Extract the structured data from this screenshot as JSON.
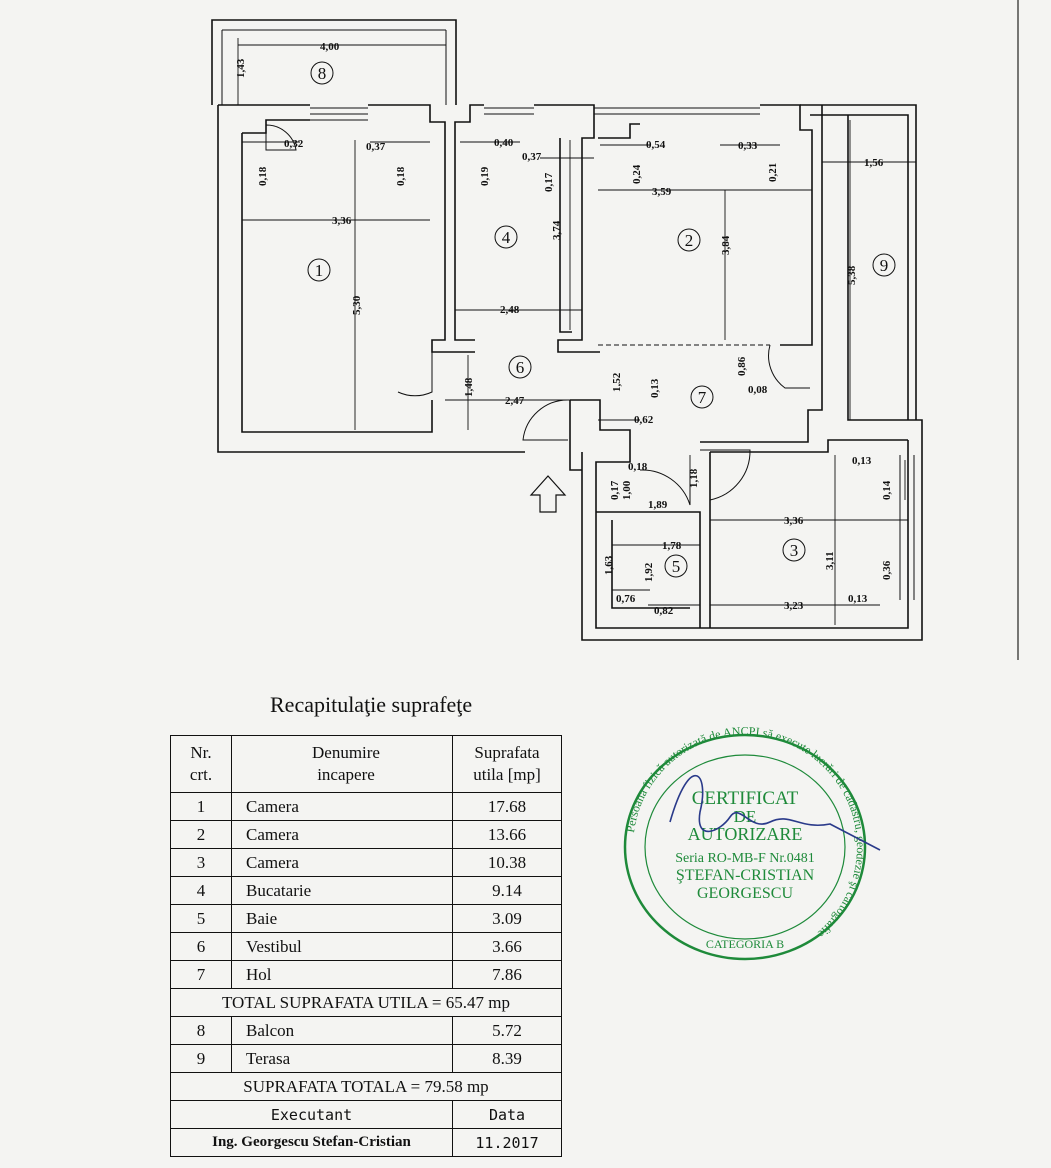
{
  "plan": {
    "dimensions": {
      "balcony_width": "4,00",
      "balcony_depth": "1,43",
      "d_0_32": "0,32",
      "d_0_18a": "0,18",
      "d_0_37a": "0,37",
      "d_0_18b": "0,18",
      "d_0_40": "0,40",
      "d_0_19": "0,19",
      "d_0_37b": "0,37",
      "d_0_17a": "0,17",
      "d_0_54": "0,54",
      "d_0_24": "0,24",
      "d_0_33": "0,33",
      "d_0_21": "0,21",
      "d_1_56": "1,56",
      "room1_width": "3,36",
      "room1_length": "5,30",
      "room4_length": "3,74",
      "room4_width": "2,48",
      "room2_width": "3,59",
      "room2_length": "3,84",
      "terrace_length": "5,38",
      "d_1_48": "1,48",
      "d_2_47": "2,47",
      "d_1_52": "1,52",
      "d_0_13a": "0,13",
      "d_0_86": "0,86",
      "d_0_08": "0,08",
      "d_0_62": "0,62",
      "d_0_13b": "0,13",
      "d_0_14": "0,14",
      "d_0_18c": "0,18",
      "d_1_18": "1,18",
      "d_0_17b": "0,17",
      "d_1_00": "1,00",
      "d_1_89": "1,89",
      "room3_width": "3,36",
      "room3_length": "3,11",
      "d_1_78": "1,78",
      "d_1_63": "1,63",
      "d_1_92": "1,92",
      "d_0_76": "0,76",
      "d_0_82": "0,82",
      "d_3_23": "3,23",
      "d_0_13c": "0,13",
      "d_0_36": "0,36"
    },
    "room_labels": {
      "r1": "1",
      "r2": "2",
      "r3": "3",
      "r4": "4",
      "r5": "5",
      "r6": "6",
      "r7": "7",
      "r8": "8",
      "r9": "9"
    }
  },
  "summary": {
    "title": "Recapitulaţie suprafeţe",
    "headers": {
      "nr": "Nr.\ncrt.",
      "name": "Denumire\nincapere",
      "area": "Suprafata\nutila [mp]"
    },
    "rooms": [
      {
        "nr": "1",
        "name": "Camera",
        "area": "17.68"
      },
      {
        "nr": "2",
        "name": "Camera",
        "area": "13.66"
      },
      {
        "nr": "3",
        "name": "Camera",
        "area": "10.38"
      },
      {
        "nr": "4",
        "name": "Bucatarie",
        "area": "9.14"
      },
      {
        "nr": "5",
        "name": "Baie",
        "area": "3.09"
      },
      {
        "nr": "6",
        "name": "Vestibul",
        "area": "3.66"
      },
      {
        "nr": "7",
        "name": "Hol",
        "area": "7.86"
      }
    ],
    "total_useful": "TOTAL SUPRAFATA UTILA = 65.47 mp",
    "extra": [
      {
        "nr": "8",
        "name": "Balcon",
        "area": "5.72"
      },
      {
        "nr": "9",
        "name": "Terasa",
        "area": "8.39"
      }
    ],
    "total": "SUPRAFATA TOTALA = 79.58 mp",
    "executant_label": "Executant",
    "date_label": "Data",
    "executant": "Ing. Georgescu Stefan-Cristian",
    "date": "11.2017"
  },
  "stamp": {
    "ring_text": "Persoana fizică autorizată de ANCPI să execute lucrări de cadastru, geodezie şi cartografie",
    "line1": "CERTIFICAT",
    "line2": "DE",
    "line3": "AUTORIZARE",
    "line4": "Seria RO-MB-F Nr.0481",
    "line5": "ŞTEFAN-CRISTIAN",
    "line6": "GEORGESCU",
    "category": "CATEGORIA B",
    "color": "#1e8a3a"
  }
}
